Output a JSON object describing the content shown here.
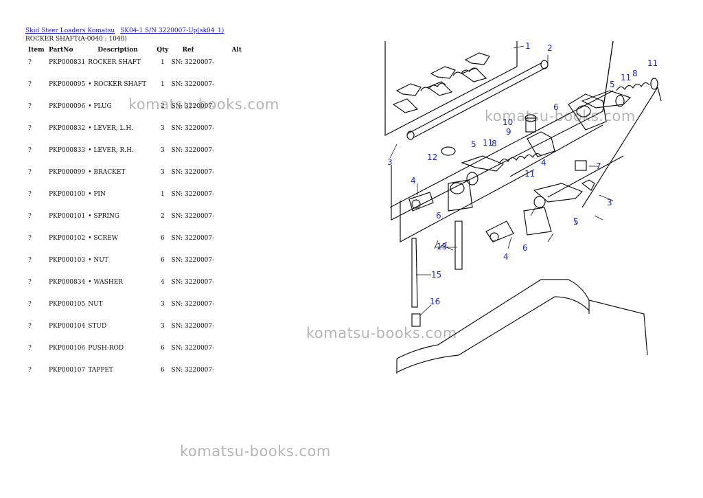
{
  "breadcrumb": {
    "links": [
      "Skid Steer Loaders Komatsu",
      "SK04-1 S/N 3220007-Up(sk04_1)"
    ]
  },
  "title": "ROCKER SHAFT(A-0040 : 1040)",
  "table": {
    "headers": [
      "Item",
      "PartNo",
      "Description",
      "Qty",
      "Ref",
      "Alt"
    ],
    "rows": [
      {
        "item": "?",
        "part": "PKP000831",
        "desc": "ROCKER SHAFT",
        "qty": "1",
        "ref": "SN: 3220007-"
      },
      {
        "item": "?",
        "part": "PKP000095",
        "desc": "• ROCKER SHAFT",
        "qty": "1",
        "ref": "SN: 3220007-"
      },
      {
        "item": "?",
        "part": "PKP000096",
        "desc": "• PLUG",
        "qty": "2",
        "ref": "SN: 3220007-"
      },
      {
        "item": "?",
        "part": "PKP000832",
        "desc": "• LEVER, L.H.",
        "qty": "3",
        "ref": "SN: 3220007-"
      },
      {
        "item": "?",
        "part": "PKP000833",
        "desc": "• LEVER, R.H.",
        "qty": "3",
        "ref": "SN: 3220007-"
      },
      {
        "item": "?",
        "part": "PKP000099",
        "desc": "• BRACKET",
        "qty": "3",
        "ref": "SN: 3220007-"
      },
      {
        "item": "?",
        "part": "PKP000100",
        "desc": "• PIN",
        "qty": "1",
        "ref": "SN: 3220007-"
      },
      {
        "item": "?",
        "part": "PKP000101",
        "desc": "• SPRING",
        "qty": "2",
        "ref": "SN: 3220007-"
      },
      {
        "item": "?",
        "part": "PKP000102",
        "desc": "• SCREW",
        "qty": "6",
        "ref": "SN: 3220007-"
      },
      {
        "item": "?",
        "part": "PKP000103",
        "desc": "• NUT",
        "qty": "6",
        "ref": "SN: 3220007-"
      },
      {
        "item": "?",
        "part": "PKP000834",
        "desc": "• WASHER",
        "qty": "4",
        "ref": "SN: 3220007-"
      },
      {
        "item": "?",
        "part": "PKP000105",
        "desc": "NUT",
        "qty": "3",
        "ref": "SN: 3220007-"
      },
      {
        "item": "?",
        "part": "PKP000104",
        "desc": "STUD",
        "qty": "3",
        "ref": "SN: 3220007-"
      },
      {
        "item": "?",
        "part": "PKP000106",
        "desc": "PUSH-ROD",
        "qty": "6",
        "ref": "SN: 3220007-"
      },
      {
        "item": "?",
        "part": "PKP000107",
        "desc": "TAPPET",
        "qty": "6",
        "ref": "SN: 3220007-"
      }
    ]
  },
  "watermark": "komatsu-books.com",
  "diagram": {
    "callouts": [
      "1",
      "2",
      "3",
      "4",
      "5",
      "6",
      "7",
      "8",
      "9",
      "10",
      "11",
      "11",
      "12",
      "13",
      "15",
      "16",
      "4",
      "5",
      "6",
      "11",
      "4",
      "6",
      "3",
      "5",
      "11",
      "8"
    ]
  }
}
